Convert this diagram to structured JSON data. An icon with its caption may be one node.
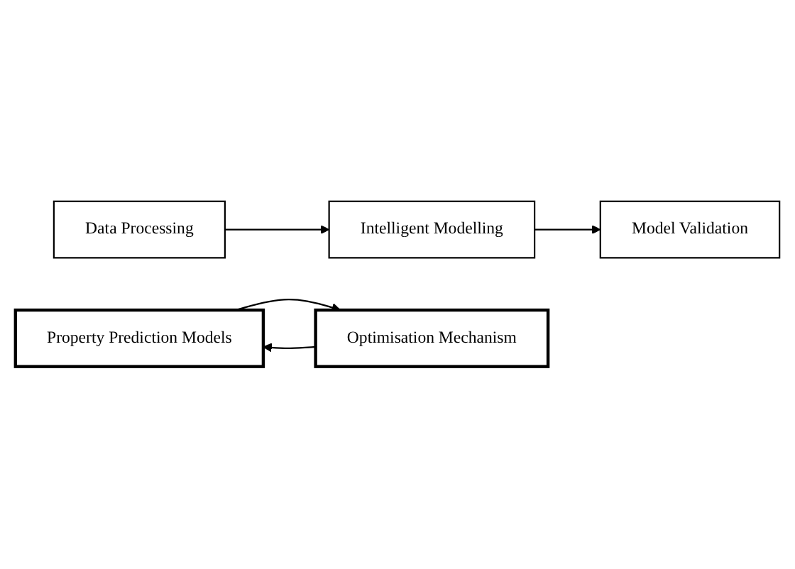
{
  "diagram": {
    "nodes": [
      {
        "text": [
          "Data Processing"
        ]
      },
      {
        "text": [
          "Intelligent Modelling"
        ]
      },
      {
        "text": [
          "Model Validation"
        ]
      },
      {
        "text": [
          "Property Prediction Models"
        ]
      },
      {
        "text": [
          "Optimisation Mechanism"
        ]
      }
    ],
    "edges": [
      {
        "from": 0,
        "to": 1,
        "arrow": "to"
      },
      {
        "from": 1,
        "to": 2,
        "arrow": "to"
      },
      {
        "from": 3,
        "to": 4,
        "arrow": "to"
      },
      {
        "from": 4,
        "to": 3,
        "arrow": "to"
      }
    ]
  }
}
